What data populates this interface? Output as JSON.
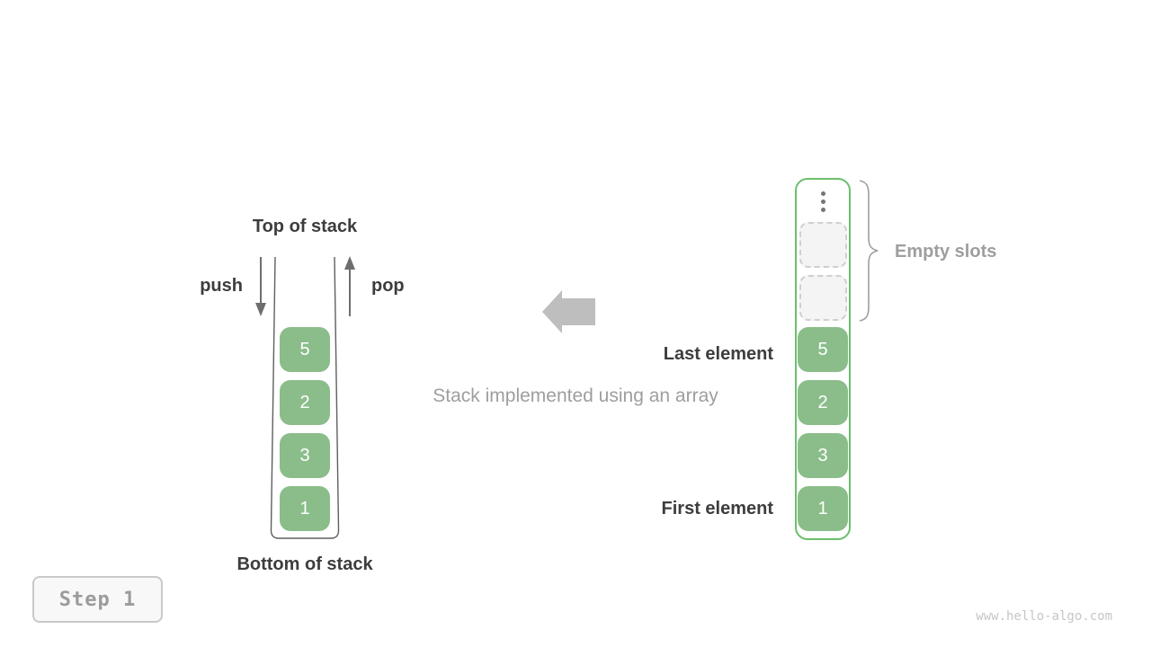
{
  "left_stack": {
    "top_label": "Top of stack",
    "push_label": "push",
    "pop_label": "pop",
    "elements": [
      "5",
      "2",
      "3",
      "1"
    ],
    "bottom_label": "Bottom of stack"
  },
  "center": {
    "caption": "Stack implemented using an array"
  },
  "right_array": {
    "elements": [
      "5",
      "2",
      "3",
      "1"
    ],
    "empty_slot_count": 2,
    "labels": {
      "empty_slots": "Empty slots",
      "last_element": "Last element",
      "first_element": "First element"
    }
  },
  "footer": {
    "step_label": "Step 1",
    "watermark": "www.hello-algo.com"
  },
  "colors": {
    "element_green": "#8abd8a",
    "array_border_green": "#6cbf6c",
    "dark_text": "#3d3d3d",
    "gray_text": "#9e9e9e",
    "block_arrow_gray": "#bebebe"
  }
}
